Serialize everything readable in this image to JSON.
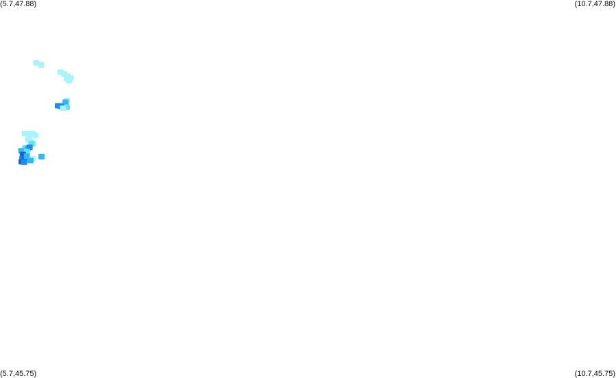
{
  "corners": {
    "top_left": "(5.7,47.88)",
    "top_right": "(10.7,47.88)",
    "bottom_left": "(5.7,45.75)",
    "bottom_right": "(10.7,45.75)"
  },
  "bounds": {
    "lon_min": 5.7,
    "lon_max": 10.7,
    "lat_min": 45.75,
    "lat_max": 47.88
  },
  "palette": {
    "light_cyan": "#a9f4fb",
    "cyan": "#5fe3f6",
    "sky_blue": "#35b6f2",
    "blue": "#1e8ce8",
    "dark_blue": "#1664d2"
  },
  "precip_cells": [
    {
      "lon": 5.993,
      "lat": 47.526,
      "color": "light_cyan"
    },
    {
      "lon": 6.034,
      "lat": 47.514,
      "color": "light_cyan"
    },
    {
      "lon": 6.192,
      "lat": 47.474,
      "color": "light_cyan"
    },
    {
      "lon": 6.22,
      "lat": 47.463,
      "color": "light_cyan"
    },
    {
      "lon": 6.242,
      "lat": 47.439,
      "color": "light_cyan"
    },
    {
      "lon": 6.25,
      "lat": 47.451,
      "color": "light_cyan"
    },
    {
      "lon": 6.273,
      "lat": 47.44,
      "color": "light_cyan"
    },
    {
      "lon": 6.26,
      "lat": 47.425,
      "color": "light_cyan"
    },
    {
      "lon": 6.243,
      "lat": 47.314,
      "color": "light_cyan"
    },
    {
      "lon": 6.232,
      "lat": 47.304,
      "color": "sky_blue"
    },
    {
      "lon": 6.205,
      "lat": 47.284,
      "color": "sky_blue"
    },
    {
      "lon": 6.17,
      "lat": 47.284,
      "color": "blue"
    },
    {
      "lon": 6.198,
      "lat": 47.28,
      "color": "blue"
    },
    {
      "lon": 6.243,
      "lat": 47.276,
      "color": "cyan"
    },
    {
      "lon": 6.212,
      "lat": 47.27,
      "color": "light_cyan"
    },
    {
      "lon": 5.9,
      "lat": 47.128,
      "color": "light_cyan"
    },
    {
      "lon": 5.935,
      "lat": 47.128,
      "color": "light_cyan"
    },
    {
      "lon": 5.962,
      "lat": 47.128,
      "color": "light_cyan"
    },
    {
      "lon": 5.988,
      "lat": 47.117,
      "color": "light_cyan"
    },
    {
      "lon": 5.935,
      "lat": 47.111,
      "color": "light_cyan"
    },
    {
      "lon": 5.93,
      "lat": 47.093,
      "color": "light_cyan"
    },
    {
      "lon": 5.95,
      "lat": 47.083,
      "color": "light_cyan"
    },
    {
      "lon": 5.97,
      "lat": 47.07,
      "color": "light_cyan"
    },
    {
      "lon": 5.957,
      "lat": 47.07,
      "color": "cyan"
    },
    {
      "lon": 5.905,
      "lat": 47.046,
      "color": "cyan"
    },
    {
      "lon": 5.925,
      "lat": 47.044,
      "color": "sky_blue"
    },
    {
      "lon": 5.94,
      "lat": 47.05,
      "color": "blue"
    },
    {
      "lon": 5.873,
      "lat": 47.03,
      "color": "sky_blue"
    },
    {
      "lon": 5.918,
      "lat": 47.026,
      "color": "cyan"
    },
    {
      "lon": 5.885,
      "lat": 47.01,
      "color": "dark_blue"
    },
    {
      "lon": 5.88,
      "lat": 46.985,
      "color": "blue"
    },
    {
      "lon": 5.9,
      "lat": 46.995,
      "color": "dark_blue"
    },
    {
      "lon": 5.918,
      "lat": 47.0,
      "color": "sky_blue"
    },
    {
      "lon": 5.875,
      "lat": 46.968,
      "color": "dark_blue"
    },
    {
      "lon": 5.896,
      "lat": 46.966,
      "color": "blue"
    },
    {
      "lon": 5.965,
      "lat": 46.985,
      "color": "light_cyan"
    },
    {
      "lon": 5.947,
      "lat": 46.975,
      "color": "sky_blue"
    },
    {
      "lon": 6.037,
      "lat": 46.997,
      "color": "sky_blue"
    }
  ]
}
